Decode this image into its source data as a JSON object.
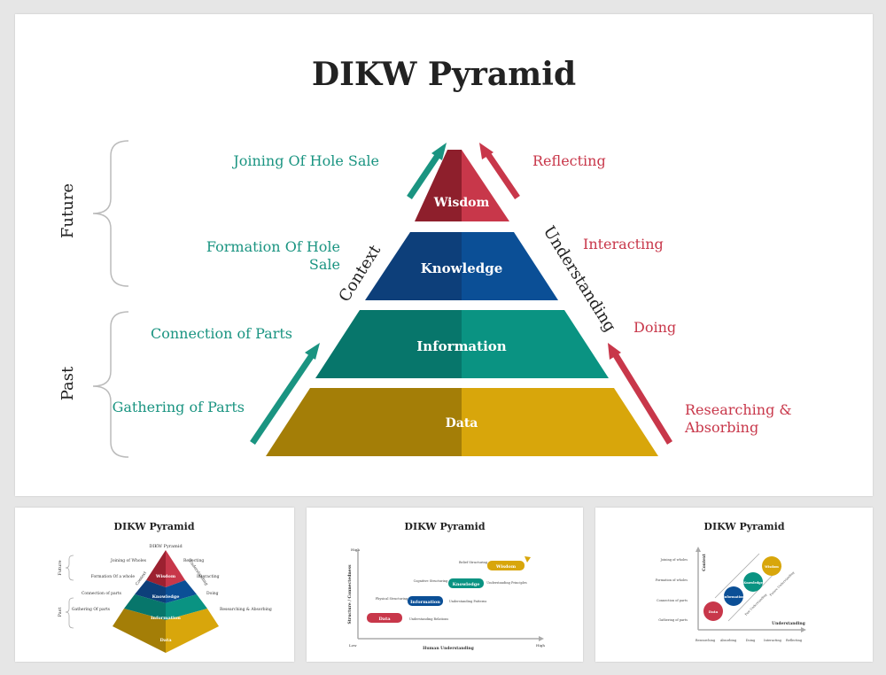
{
  "main": {
    "title": "DIKW Pyramid",
    "levels": [
      "Wisdom",
      "Knowledge",
      "Information",
      "Data"
    ],
    "left_labels": [
      "Joining Of Hole Sale",
      "Formation Of Hole",
      "Sale",
      "Connection of Parts",
      "Gathering of Parts"
    ],
    "right_labels": [
      "Reflecting",
      "Interacting",
      "Doing",
      "Researching &",
      "Absorbing"
    ],
    "brace_labels": [
      "Future",
      "Past"
    ],
    "side_words": [
      "Context",
      "Understanding"
    ],
    "colors": {
      "wisdom": [
        "#8e1f2c",
        "#c8374a"
      ],
      "knowledge": [
        "#0d3f7a",
        "#0b4f96"
      ],
      "information": [
        "#07766b",
        "#0a9382"
      ],
      "data": [
        "#a47e07",
        "#d8a60b"
      ],
      "teal_text": "#1a9481",
      "red_text": "#c8374a"
    }
  },
  "thumb1": {
    "title": "DIKW Pyramid",
    "top": "DIKW Pyramid",
    "levels": [
      "Wisdom",
      "Knowledge",
      "Information",
      "Data"
    ],
    "left": [
      "Joining of Wholes",
      "Formation Of a whole",
      "Connection of parts",
      "Gathering Of parts"
    ],
    "right": [
      "Reflecting",
      "Interacting",
      "Doing",
      "Researching & Absorbing"
    ],
    "brace": [
      "Future",
      "Past"
    ],
    "side": [
      "Context",
      "Understanding"
    ]
  },
  "thumb2": {
    "title": "DIKW Pyramid",
    "steps": [
      "Data",
      "Information",
      "Knowledge",
      "Wisdom"
    ],
    "notes": [
      "Physical Structuring",
      "Understanding Relations",
      "Cognitive Structuring",
      "Understanding Patterns",
      "Belief Structuring",
      "Understanding Principles"
    ],
    "y_label": "Structure / Connectedness",
    "x_label": "Human Understanding",
    "ticks": [
      "High",
      "Low",
      "High"
    ]
  },
  "thumb3": {
    "title": "DIKW Pyramid",
    "circles": [
      "Data",
      "Information",
      "Knowledge",
      "Wisdom"
    ],
    "left": [
      "Joining of wholes",
      "Formation of wholes",
      "Connection of parts",
      "Gathering of parts"
    ],
    "bottom": [
      "Researching",
      "Absorbing",
      "Doing",
      "Interacting",
      "Reflecting"
    ],
    "y_label": "Context",
    "x_label": "Understanding",
    "diag": [
      "Future Understanding",
      "Past Understanding"
    ]
  }
}
